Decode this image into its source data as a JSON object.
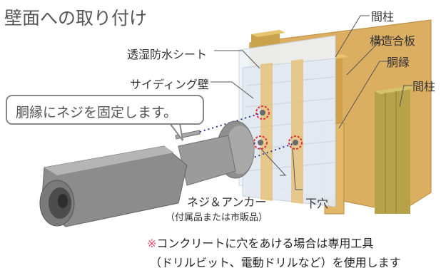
{
  "title": "壁面への取り付け",
  "labels": {
    "stud_top": "間柱",
    "structural_plywood": "構造合板",
    "furring": "胴縁",
    "stud_right": "間柱",
    "moisture_sheet": "透湿防水シート",
    "siding": "サイディング壁",
    "screw_anchor": "ネジ＆アンカー",
    "screw_anchor_note": "（付属品または市販品）",
    "pilot_hole": "下穴"
  },
  "callout": "胴縁にネジを固定します。",
  "note": {
    "mark": "※",
    "line1": "コンクリートに穴をあける場合は専用工具",
    "line2": "（ドリルビット、電動ドリルなど）を使用します"
  },
  "colors": {
    "wood": "#d9a95c",
    "wood_dark": "#b98a3e",
    "stud_green": "#b7a24a",
    "sheet": "#e8eef6",
    "siding": "#dfe6ee",
    "camera": "#9a9a9a",
    "highlight": "#e03040"
  }
}
